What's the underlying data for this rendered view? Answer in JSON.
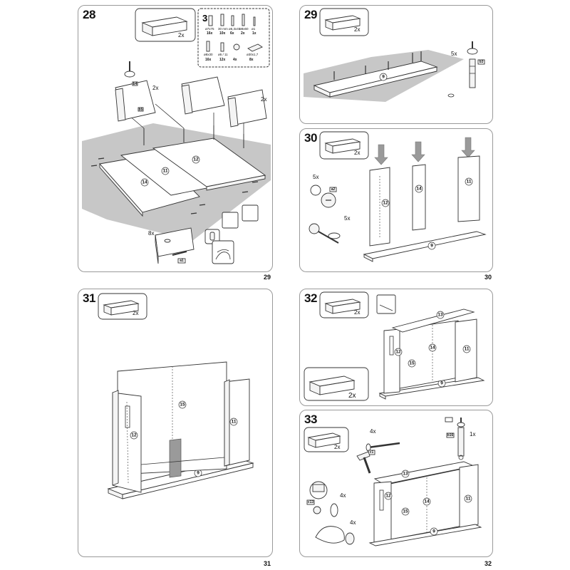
{
  "pages": {
    "left_number": "29",
    "right_number": "30",
    "bottom_left_number": "31",
    "bottom_right_number": "32"
  },
  "steps": {
    "s28": {
      "number": "28",
      "drawer_qty": "2x",
      "hardware_step_number": "3",
      "hardware": [
        {
          "code": "ø7x75",
          "qty": "16x"
        },
        {
          "code": "30 mm",
          "qty": "10x"
        },
        {
          "code": "ø6,3x40",
          "qty": "6x"
        },
        {
          "code": "ø8x60",
          "qty": "2x"
        },
        {
          "code": "ø1",
          "qty": "1x"
        },
        {
          "code": "ø8x30",
          "qty": "16x"
        },
        {
          "code": "ø5 / 11",
          "qty": "12x"
        },
        {
          "code": "",
          "qty": "4x"
        },
        {
          "code": "ø30x1,7",
          "qty": "8x"
        }
      ],
      "callout_qty_a": "2x",
      "callout_qty_b": "2x",
      "panel_labels": [
        "12",
        "11",
        "14"
      ],
      "detail_qty": "8x",
      "part_tags": [
        "b4",
        "b5",
        "a1"
      ]
    },
    "s29": {
      "number": "29",
      "drawer_qty": "2x",
      "panel_label": "9",
      "detail_qty": "5x",
      "part_tag": "b3"
    },
    "s30": {
      "number": "30",
      "drawer_qty": "2x",
      "panel_labels": [
        "12",
        "14",
        "11",
        "9"
      ],
      "detail_qty_a": "5x",
      "detail_qty_b": "5x",
      "part_tag": "a2"
    },
    "s31": {
      "number": "31",
      "drawer_qty": "2x",
      "panel_labels": [
        "15",
        "12",
        "11",
        "9"
      ]
    },
    "s32": {
      "number": "32",
      "drawer_qty": "2x",
      "drawer_qty_big": "2x",
      "panel_labels": [
        "13",
        "14",
        "12",
        "15",
        "11",
        "9"
      ]
    },
    "s33": {
      "number": "33",
      "drawer_qty": "2x",
      "nail_qty": "4x",
      "nail_tag": "c1",
      "screw_qty": "1x",
      "screw_tag": "b16",
      "cam_qty": "4x",
      "cam_tag": "c13",
      "pad_qty": "4x",
      "panel_labels": [
        "13",
        "14",
        "11",
        "12",
        "15",
        "9"
      ]
    }
  }
}
